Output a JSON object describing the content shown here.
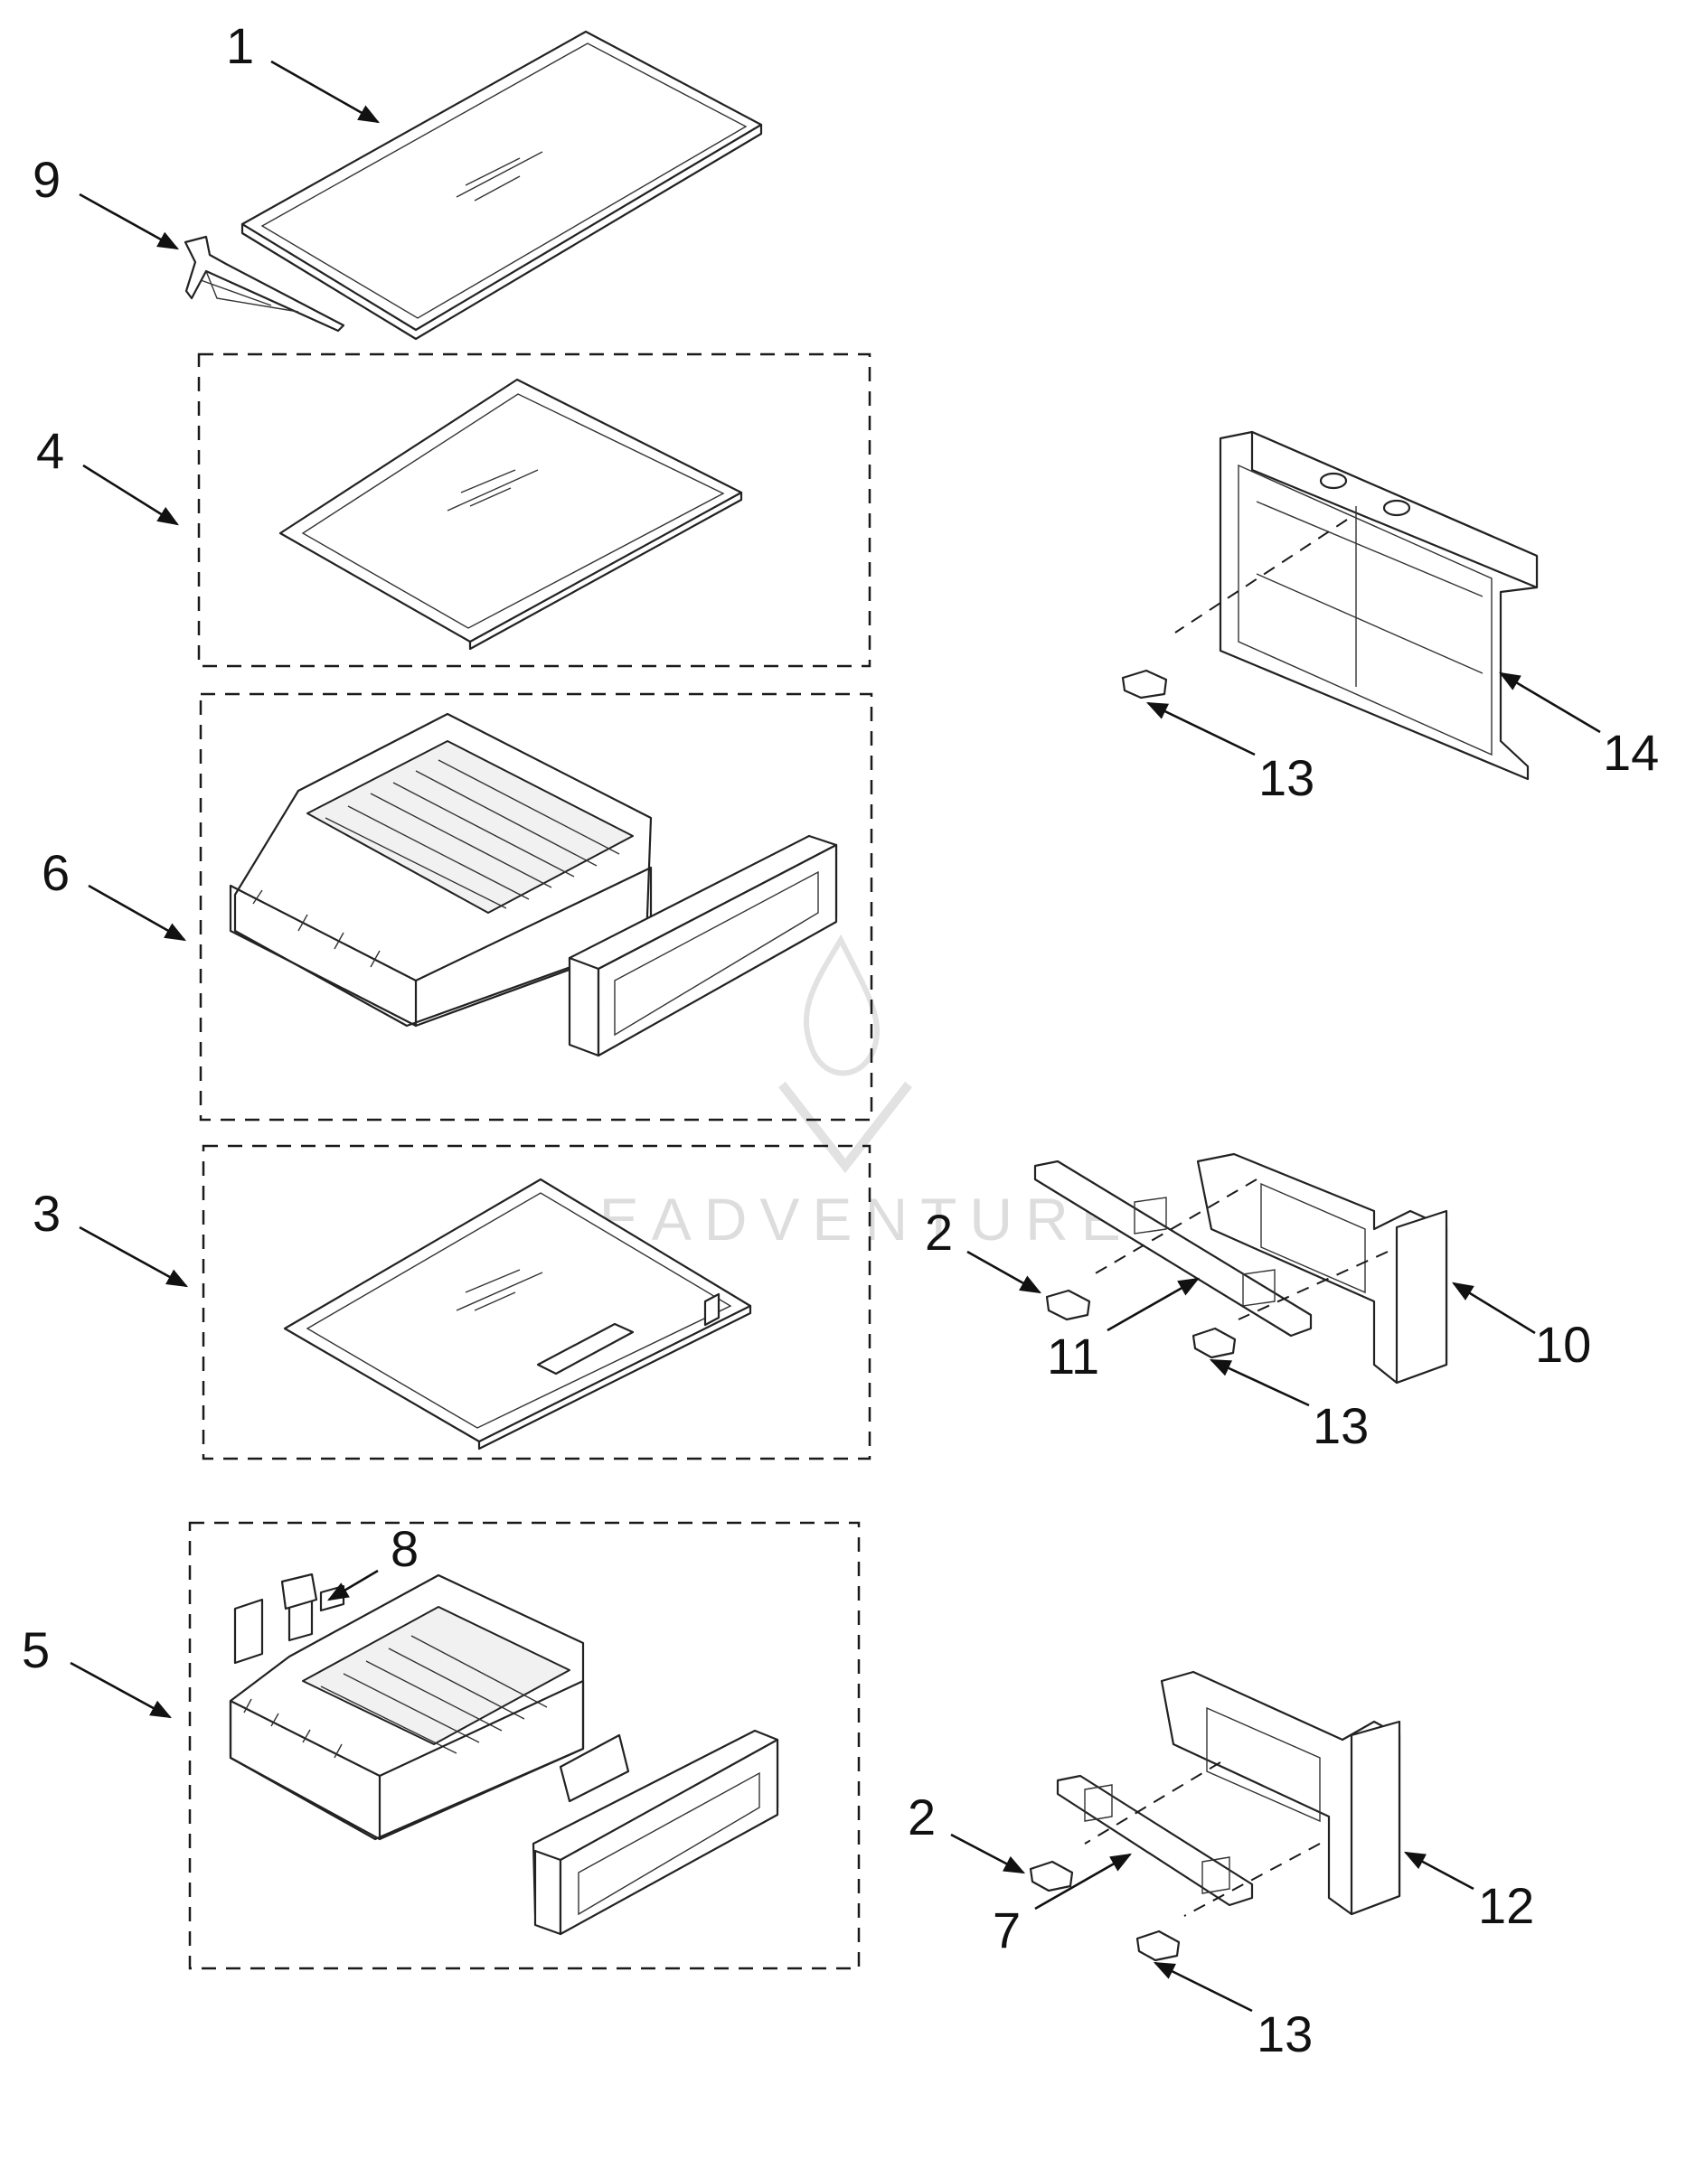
{
  "callouts": {
    "c1": "1",
    "c9": "9",
    "c4": "4",
    "c6": "6",
    "c3": "3",
    "c5": "5",
    "c8": "8",
    "c14": "14",
    "c13a": "13",
    "c2a": "2",
    "c11": "11",
    "c10": "10",
    "c13b": "13",
    "c2b": "2",
    "c7": "7",
    "c12": "12",
    "c13c": "13"
  },
  "watermark": "LEADVENTURE",
  "colors": {
    "line": "#222222",
    "watermark": "#c8c8c8",
    "background": "#ffffff"
  }
}
